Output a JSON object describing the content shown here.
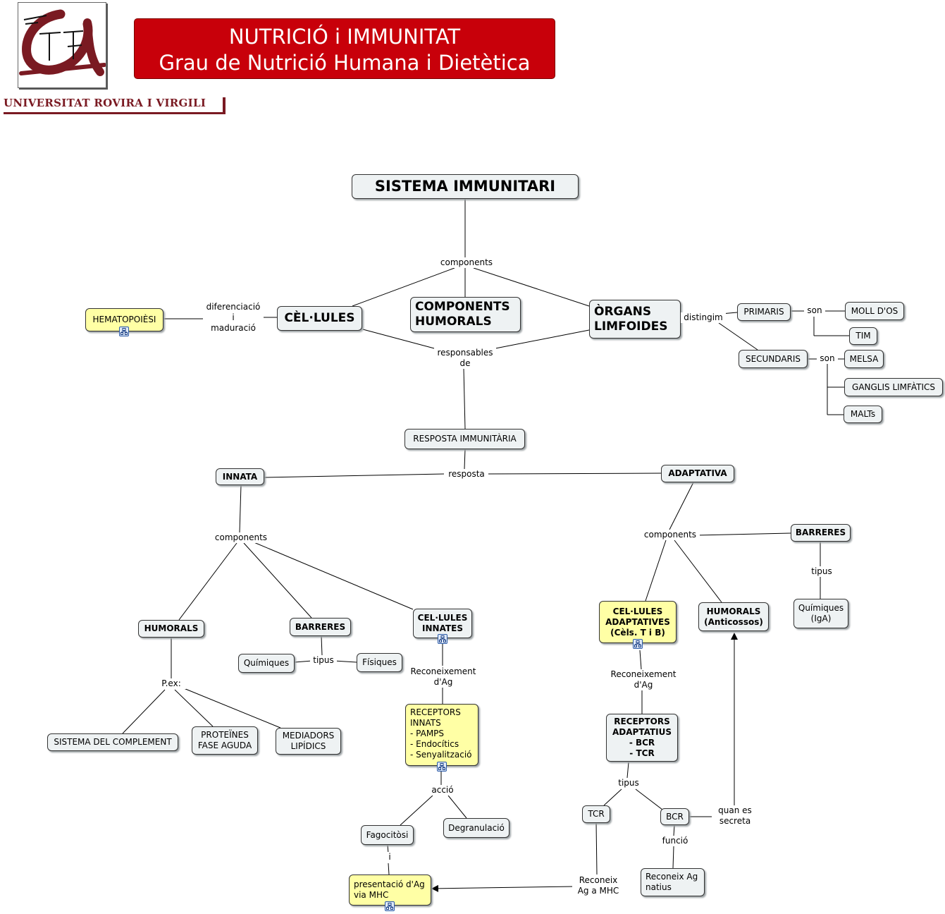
{
  "header": {
    "banner_line1": "NUTRICIÓ i IMMUNITAT",
    "banner_line2": "Grau de Nutrició Humana i Dietètica",
    "university": "UNIVERSITAT ROVIRA I VIRGILI",
    "logo_icon": "urv-logo-icon",
    "brand_color": "#c8000a",
    "university_color": "#7a1a22"
  },
  "nodes": {
    "sistema": "SISTEMA IMMUNITARI",
    "hematopoiesi": "HEMATOPOIÈSI",
    "cellules": "CÈL·LULES",
    "components_humorals": "COMPONENTS\nHUMORALS",
    "organs": "ÒRGANS\nLIMFOIDES",
    "primaris": "PRIMARIS",
    "secundaris": "SECUNDARIS",
    "moll": "MOLL D'OS",
    "tim": "TIM",
    "melsa": "MELSA",
    "ganglis": "GANGLIS LIMFÀTICS",
    "malts": "MALTs",
    "resposta": "RESPOSTA IMMUNITÀRIA",
    "innata": "INNATA",
    "adaptativa": "ADAPTATIVA",
    "humorals_innata": "HUMORALS",
    "barreres_innata": "BARRERES",
    "cellules_innates": "CEL·LULES\nINNATES",
    "quimiques": "Químiques",
    "fisiques": "Físiques",
    "complement": "SISTEMA DEL COMPLEMENT",
    "proteines": "PROTEÏNES\nFASE AGUDA",
    "mediadors": "MEDIADORS\nLIPÍDICS",
    "receptors_innats": "RECEPTORS\nINNATS\n- PAMPS\n- Endocítics\n- Senyalització",
    "fagocitosi": "Fagocitòsi",
    "degranulacio": "Degranulació",
    "presentacio": "presentació d'Ag\nvia MHC",
    "cellules_adaptatives": "CEL·LULES\nADAPTATIVES\n(Cèls. T i B)",
    "humorals_adaptativa": "HUMORALS\n(Anticossos)",
    "barreres_adaptativa": "BARRERES",
    "quimiques_iga": "Químiques\n(IgA)",
    "receptors_adaptatius": "RECEPTORS\nADAPTATIUS\n- BCR\n- TCR",
    "tcr": "TCR",
    "bcr": "BCR",
    "reconeix_natius": "Reconeix Ag\nnatius"
  },
  "labels": {
    "components_top": "components",
    "diferenciacio": "diferenciació\ni\nmaduració",
    "responsables": "responsables\nde",
    "distingim": "distingim",
    "son_primaris": "son",
    "son_secundaris": "son",
    "resposta": "resposta",
    "components_innata": "components",
    "components_adaptativa": "components",
    "tipus_barreres_innata": "tipus",
    "pex": "P.ex:",
    "reconeixement_innat": "Reconeixement\nd'Ag",
    "accio": "acció",
    "i_link": "i",
    "tipus_barreres_adaptativa": "tipus",
    "reconeixement_adaptatiu": "Reconeixement\nd'Ag",
    "tipus_receptors": "tipus",
    "funcio": "funció",
    "quan_secreta": "quan es\nsecreta",
    "reconeix_mhc": "Reconeix\nAg a MHC"
  },
  "icons": {
    "submap": "concept-map-icon"
  },
  "colors": {
    "node_fill": "#eef2f3",
    "highlight_fill": "#ffffa5",
    "line": "#000000"
  }
}
